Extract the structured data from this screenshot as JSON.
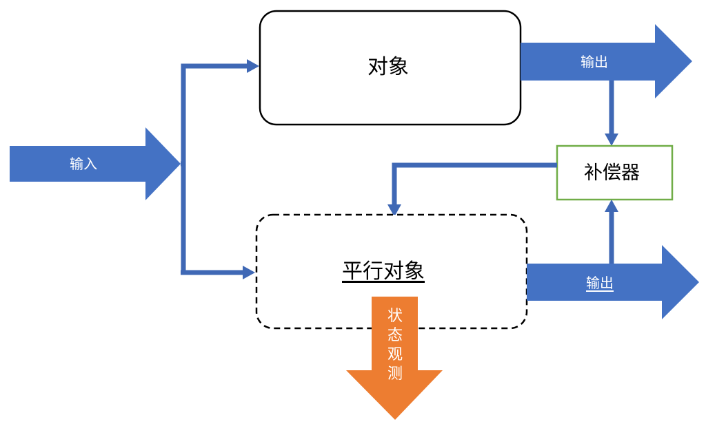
{
  "nodes": {
    "plant": {
      "label": "对象"
    },
    "parallel_plant": {
      "label": "平行对象"
    },
    "compensator": {
      "label": "补偿器"
    }
  },
  "arrows": {
    "input": {
      "label": "输入"
    },
    "output_top": {
      "label": "输出"
    },
    "output_bottom": {
      "label": "输出"
    },
    "state_observation": {
      "label": "状态观测"
    }
  },
  "colors": {
    "flow_blue": "#4472c4",
    "connector_blue": "#3f68b5",
    "observation_orange": "#ed7d31",
    "compensator_border": "#70ad47",
    "box_border": "#000000"
  }
}
